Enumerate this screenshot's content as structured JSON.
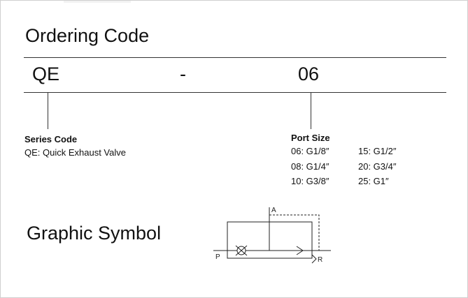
{
  "ordering": {
    "title": "Ordering Code",
    "code_series": "QE",
    "code_separator": "-",
    "code_port": "06"
  },
  "series_code": {
    "heading": "Series Code",
    "description": "QE: Quick Exhaust Valve"
  },
  "port_size": {
    "heading": "Port Size",
    "options": [
      "06: G1/8″",
      "15: G1/2″",
      "08: G1/4″",
      "20: G3/4″",
      "10: G3/8″",
      "25: G1″"
    ]
  },
  "graphic_symbol": {
    "title": "Graphic Symbol",
    "port_a": "A",
    "port_p": "P",
    "port_r": "R"
  }
}
